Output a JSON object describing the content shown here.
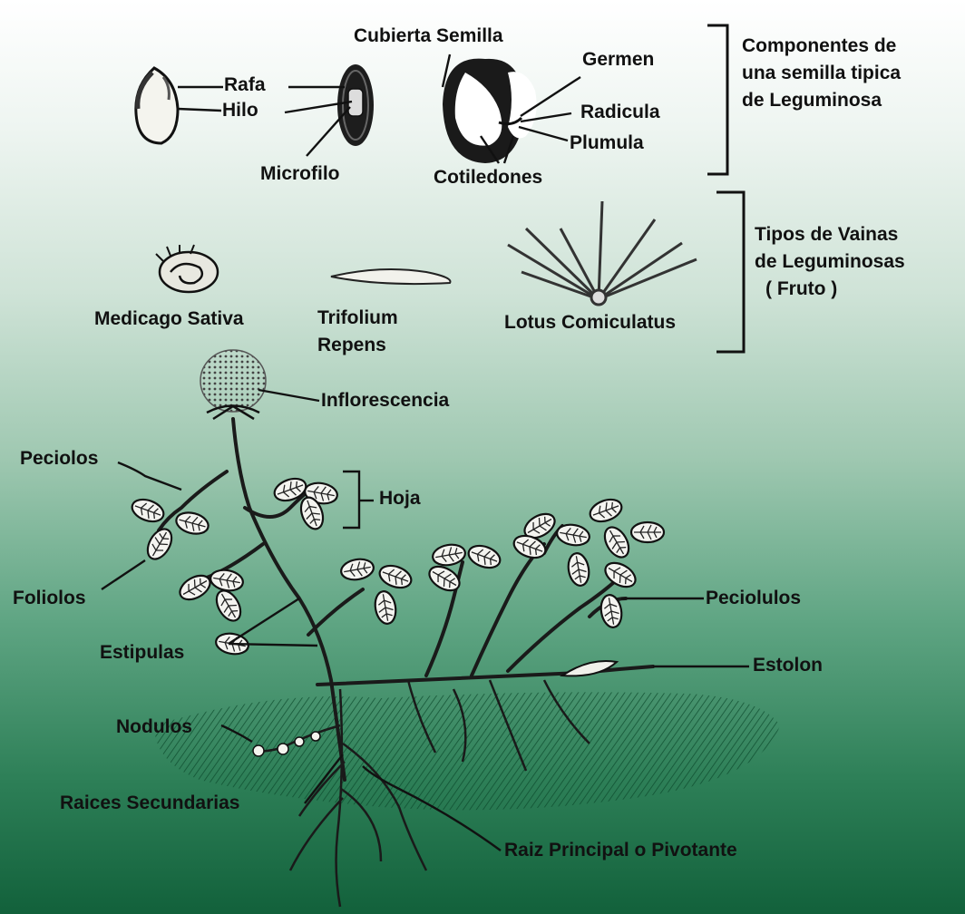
{
  "seed": {
    "rafa": "Rafa",
    "hilo": "Hilo",
    "microfilo": "Microfilo",
    "cubierta": "Cubierta Semilla",
    "germen": "Germen",
    "radicula": "Radicula",
    "plumula": "Plumula",
    "cotiledones": "Cotiledones",
    "group_lines": [
      "Componentes de",
      "una semilla tipica",
      "de Leguminosa"
    ]
  },
  "pods": {
    "medicago": "Medicago Sativa",
    "trifolium_lines": [
      "Trifolium",
      "Repens"
    ],
    "lotus": "Lotus Comiculatus",
    "group_lines": [
      "Tipos de Vainas",
      "de Leguminosas",
      "( Fruto )"
    ]
  },
  "plant": {
    "inflorescencia": "Inflorescencia",
    "peciolos": "Peciolos",
    "hoja": "Hoja",
    "foliolos": "Foliolos",
    "peciolulos": "Peciolulos",
    "estipulas": "Estipulas",
    "estolon": "Estolon",
    "nodulos": "Nodulos",
    "raices_secundarias": "Raices Secundarias",
    "raiz_principal": "Raiz Principal o Pivotante"
  },
  "colors": {
    "background_top": "#ffffff",
    "background_bottom": "#12613b",
    "ink": "#111111"
  }
}
